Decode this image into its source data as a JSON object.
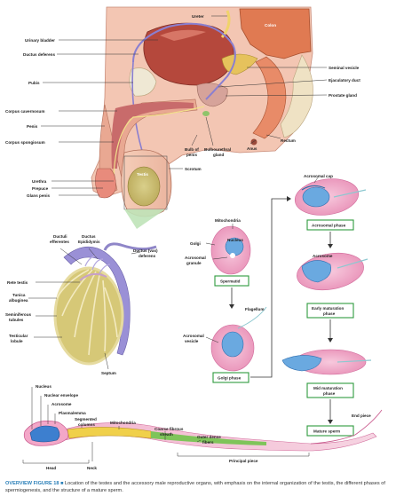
{
  "labels": {
    "ureter": "Ureter",
    "urinary_bladder": "Urinary bladder",
    "ductus_deferens": "Ductus deferens",
    "colon": "Colon",
    "pubis": "Pubis",
    "seminal_vesicle": "Seminal vesicle",
    "ejaculatory_duct": "Ejaculatory duct",
    "prostate_gland": "Prostate gland",
    "corpus_cavernosum": "Corpus cavernosum",
    "penis": "Penis",
    "corpus_spongiosum": "Corpus spongiosum",
    "anus": "Anus",
    "rectum": "Rectum",
    "bulb_line1": "Bulb of",
    "bulb_line2": "penis",
    "bulbourethral_line1": "Bulbourethral",
    "bulbourethral_line2": "gland",
    "scrotum": "Scrotum",
    "testis": "Testis",
    "urethra": "Urethra",
    "prepuce": "Prepuce",
    "glans_penis": "Glans penis",
    "ductuli_line1": "Ductuli",
    "ductuli_line2": "efferentes",
    "ductus_line1": "Ductus",
    "ductus_line2": "Epididymis",
    "vas_line1": "Ductus (vas)",
    "vas_line2": "deferens",
    "rete_testis": "Rete testis",
    "tunica_line1": "Tunica",
    "tunica_line2": "albuginea",
    "semini_line1": "Seminiferous",
    "semini_line2": "tubules",
    "testicular_line1": "Testicular",
    "testicular_line2": "lobule",
    "septum": "Septum",
    "mitochondria": "Mitochondria",
    "nucleus": "Nucleus",
    "golgi": "Golgi",
    "acro_granule_line1": "Acrosomal",
    "acro_granule_line2": "granule",
    "flagellum": "Flagellum",
    "acro_vesicle_line1": "Acrosomal",
    "acro_vesicle_line2": "vesicle",
    "acrosomal_cap": "Acrosomal cap",
    "acrosome_mid": "Acrosome",
    "end_piece": "End piece",
    "sp_nucleus": "Nucleus",
    "nuclear_envelope": "Nuclear envelope",
    "sp_acrosome": "Acrosome",
    "plasmalemma": "Plasmalemma",
    "segmented_line1": "Segmented",
    "segmented_line2": "columns",
    "sp_mitochondria": "Mitochondria",
    "coarse_line1": "Coarse fibrous",
    "coarse_line2": "sheath",
    "outer_line1": "Outer dense",
    "outer_line2": "fibers",
    "head": "Head",
    "neck": "Neck",
    "principal_piece": "Principal piece"
  },
  "phases": {
    "spermatid": "Spermatid",
    "golgi_phase": "Golgi phase",
    "acrosomal_phase": "Acrosomal phase",
    "early_maturation_line1": "Early maturation",
    "early_maturation_line2": "phase",
    "mid_maturation_line1": "Mid maturation",
    "mid_maturation_line2": "phase",
    "mature_sperm": "Mature sperm"
  },
  "caption": {
    "title": "OVERVIEW FIGURE 18",
    "text": "Location of the testes and the accessory male reproductive organs, with emphasis on the internal organization of the testis, the different phases of spermiogenesis, and the structure of a mature sperm."
  },
  "colors": {
    "phase_box_border": "#2e9a3e",
    "caption_title": "#2a7fb8",
    "flesh": "#f2c2b0",
    "bladder": "#b5483c",
    "colon": "#e07a52"
  }
}
